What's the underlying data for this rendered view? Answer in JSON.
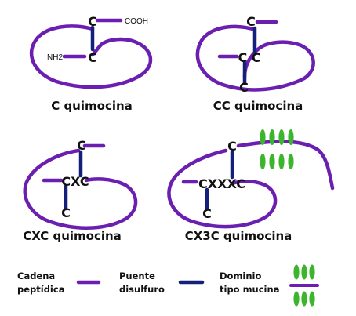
{
  "colors": {
    "peptide_chain": "#6a1fb0",
    "disulfide_bridge": "#14207a",
    "mucin_domain": "#3bb62c",
    "text": "#111111",
    "background": "#ffffff"
  },
  "panels": {
    "c": {
      "caption": "C quimocina",
      "top_residue": "C",
      "bottom_residue": "C",
      "cooh_label": "COOH",
      "nh2_label": "NH2"
    },
    "cc": {
      "caption": "CC quimocina",
      "top_residue": "C",
      "middle_residue": "C C",
      "bottom_residue": "C"
    },
    "cxc": {
      "caption": "CXC quimocina",
      "top_residue": "C",
      "middle_residue": "CXC",
      "bottom_residue": "C"
    },
    "cx3c": {
      "caption": "CX3C quimocina",
      "top_residue": "C",
      "middle_residue": "CXXXC",
      "bottom_residue": "C",
      "mucin_icon": "mucin-domain-icon"
    }
  },
  "legend": {
    "peptide_chain": {
      "line1": "Cadena",
      "line2": "peptídica"
    },
    "disulfide_bridge": {
      "line1": "Puente",
      "line2": "disulfuro"
    },
    "mucin_domain": {
      "line1": "Dominio",
      "line2": "tipo mucina",
      "icon": "mucin-domain-icon"
    }
  }
}
